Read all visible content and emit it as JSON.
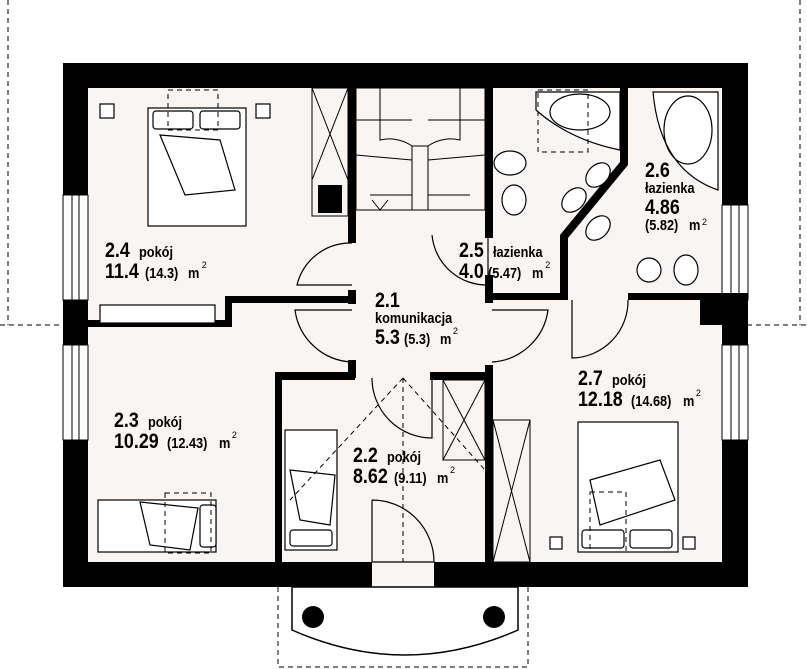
{
  "title": "Floor plan - first floor",
  "colors": {
    "wall": "#000000",
    "floor": "#f9f5f2",
    "background": "#ffffff"
  },
  "rooms": [
    {
      "id": "2.1",
      "name": "komunikacja",
      "area": "5.3",
      "area_total": "(5.3)",
      "unit": "m",
      "sup": "2"
    },
    {
      "id": "2.2",
      "name": "pokój",
      "area": "8.62",
      "area_total": "(9.11)",
      "unit": "m",
      "sup": "2"
    },
    {
      "id": "2.3",
      "name": "pokój",
      "area": "10.29",
      "area_total": "(12.43)",
      "unit": "m",
      "sup": "2"
    },
    {
      "id": "2.4",
      "name": "pokój",
      "area": "11.4",
      "area_total": "(14.3)",
      "unit": "m",
      "sup": "2"
    },
    {
      "id": "2.5",
      "name": "łazienka",
      "area": "4.0",
      "area_total": "(5.47)",
      "unit": "m",
      "sup": "2"
    },
    {
      "id": "2.6",
      "name": "łazienka",
      "area": "4.86",
      "area_total": "(5.82)",
      "unit": "m",
      "sup": "2"
    },
    {
      "id": "2.7",
      "name": "pokój",
      "area": "12.18",
      "area_total": "(14.68)",
      "unit": "m",
      "sup": "2"
    }
  ]
}
